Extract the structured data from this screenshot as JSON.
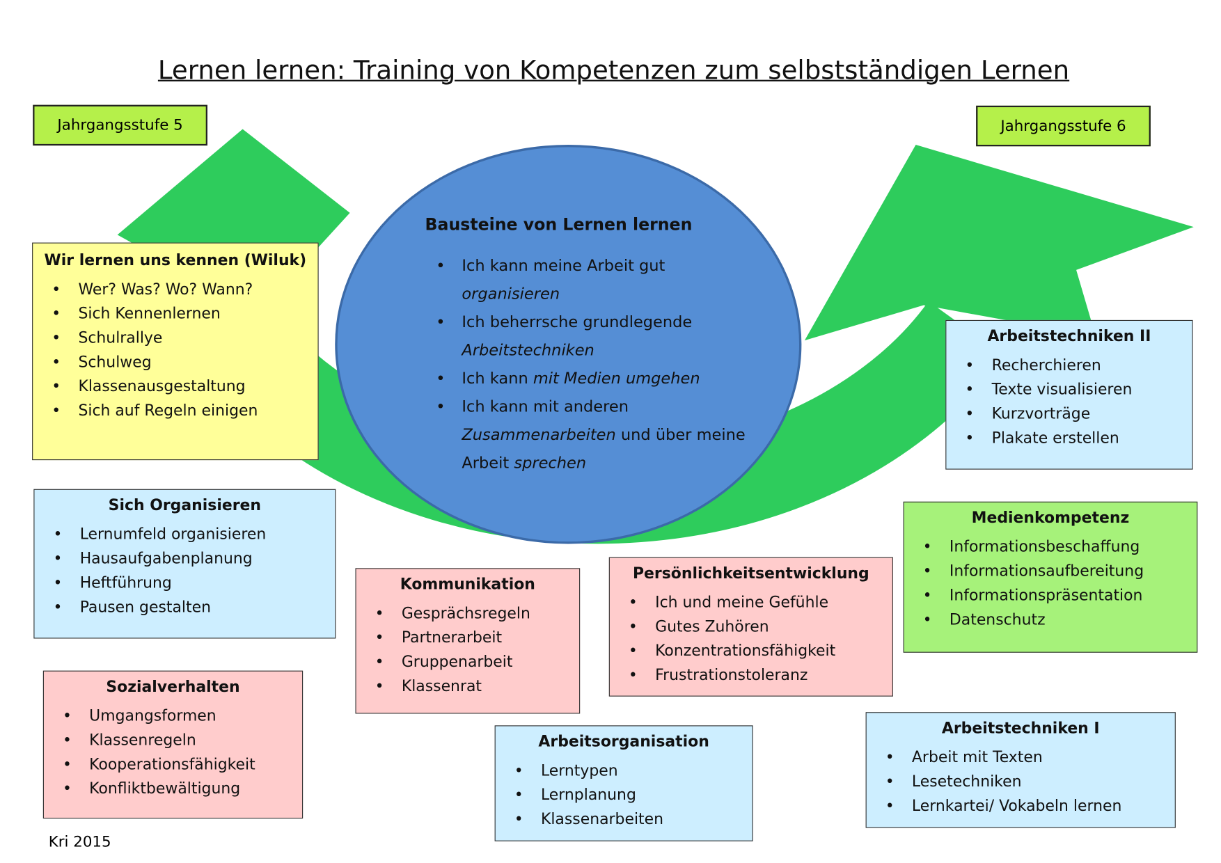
{
  "title": "Lernen lernen: Training von Kompetenzen zum selbstständigen Lernen",
  "grades": {
    "left": "Jahrgangsstufe 5",
    "right": "Jahrgangsstufe 6"
  },
  "center": {
    "title": "Bausteine von Lernen lernen",
    "items": [
      {
        "plain": "Ich kann meine Arbeit gut ",
        "em": "organisieren",
        "tail": ""
      },
      {
        "plain": "Ich beherrsche grundlegende ",
        "em": "Arbeitstechniken",
        "tail": ""
      },
      {
        "plain": "Ich kann ",
        "em": "mit Medien umgehen",
        "tail": ""
      },
      {
        "plain": "Ich kann mit anderen ",
        "em": "Zusammenarbeiten",
        "tail": " und über meine Arbeit ",
        "em2": "sprechen"
      }
    ]
  },
  "boxes": {
    "wiluk": {
      "title": "Wir lernen uns kennen (Wiluk)",
      "items": [
        "Wer? Was? Wo? Wann?",
        "Sich Kennenlernen",
        "Schulrallye",
        "Schulweg",
        "Klassenausgestaltung",
        "Sich auf Regeln einigen"
      ]
    },
    "organisieren": {
      "title": "Sich Organisieren",
      "items": [
        "Lernumfeld organisieren",
        "Hausaufgabenplanung",
        "Heftführung",
        "Pausen gestalten"
      ]
    },
    "sozial": {
      "title": "Sozialverhalten",
      "items": [
        "Umgangsformen",
        "Klassenregeln",
        "Kooperationsfähigkeit",
        "Konfliktbewältigung"
      ]
    },
    "kommunikation": {
      "title": "Kommunikation",
      "items": [
        "Gesprächsregeln",
        "Partnerarbeit",
        "Gruppenarbeit",
        "Klassenrat"
      ]
    },
    "arbeitsorg": {
      "title": "Arbeitsorganisation",
      "items": [
        "Lerntypen",
        "Lernplanung",
        "Klassenarbeiten"
      ]
    },
    "persoenlich": {
      "title": "Persönlichkeitsentwicklung",
      "items": [
        "Ich und meine Gefühle",
        "Gutes Zuhören",
        "Konzentrationsfähigkeit",
        "Frustrationstoleranz"
      ]
    },
    "at1": {
      "title": "Arbeitstechniken I",
      "items": [
        "Arbeit mit Texten",
        "Lesetechniken",
        "Lernkartei/ Vokabeln lernen"
      ]
    },
    "medien": {
      "title": "Medienkompetenz",
      "items": [
        "Informationsbeschaffung",
        "Informationsaufbereitung",
        "Informationspräsentation",
        "Datenschutz"
      ]
    },
    "at2": {
      "title": "Arbeitstechniken II",
      "items": [
        "Recherchieren",
        "Texte visualisieren",
        "Kurzvorträge",
        "Plakate erstellen"
      ]
    }
  },
  "footer": "Kri 2015",
  "colors": {
    "arrow": "#2ecc5c",
    "circle": "#558ed5",
    "grade": "#b5f04a",
    "yellow": "#ffff99",
    "blue": "#cdeeff",
    "pink": "#ffcccc",
    "green": "#a6f27a"
  }
}
